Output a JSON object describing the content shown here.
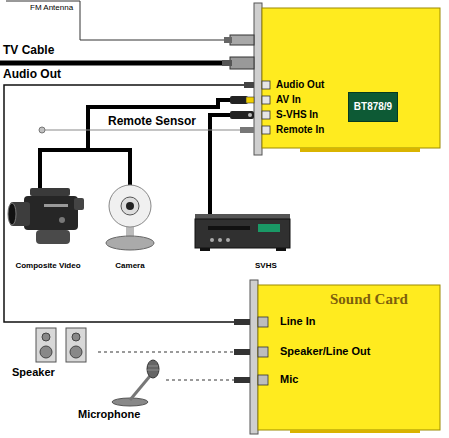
{
  "diagram": {
    "nodes": [
      {
        "text": [
          "Audio Out",
          "AV In",
          "S-VHS In",
          "Remote In"
        ]
      },
      {
        "text": [
          "BT878/9"
        ],
        "in": 0
      },
      {
        "text": [
          "Composite Video"
        ]
      },
      {
        "text": [
          "Camera"
        ]
      },
      {
        "text": [
          "SVHS"
        ]
      },
      {
        "text": [
          "Sound Card",
          "Line In",
          "Speaker/Line Out",
          "Mic"
        ]
      },
      {
        "text": [
          "Speaker"
        ]
      },
      {
        "text": [
          "Microphone"
        ]
      }
    ],
    "edges": [
      {
        "from": 2,
        "to": 0,
        "arrow": "none"
      },
      {
        "from": 3,
        "to": 0,
        "arrow": "none"
      },
      {
        "from": 4,
        "to": 0,
        "arrow": "none"
      },
      {
        "from": 0,
        "to": 5,
        "label": "Audio Out",
        "arrow": "none"
      },
      {
        "from": 6,
        "to": 5,
        "arrow": "none"
      },
      {
        "from": 7,
        "to": 5,
        "arrow": "none"
      }
    ],
    "labels": [
      "FM Antenna",
      "TV Cable",
      "Remote Sensor"
    ]
  }
}
